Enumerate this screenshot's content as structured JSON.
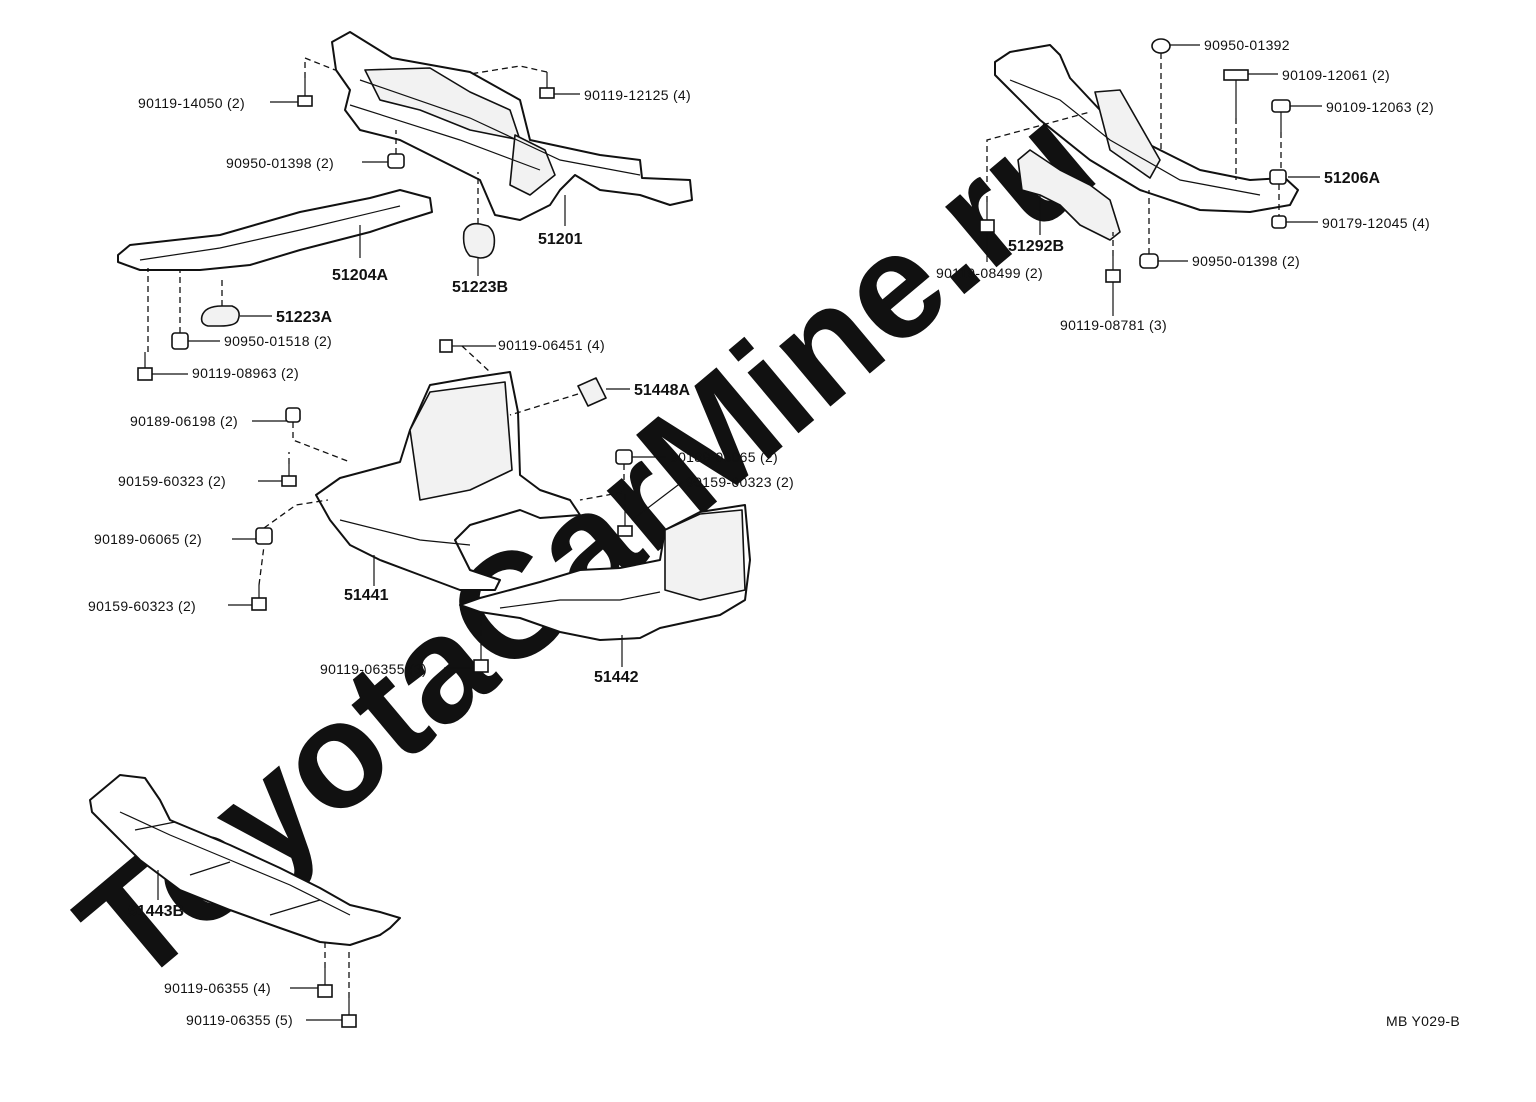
{
  "watermark": "ToyotaCarMine.ru",
  "diagram_code": "MB Y029-B",
  "labels": {
    "l_90119_14050": "90119-14050 (2)",
    "l_90119_12125": "90119-12125 (4)",
    "l_90950_01398a": "90950-01398 (2)",
    "p_51201": "51201",
    "p_51223B": "51223B",
    "p_51204A": "51204A",
    "p_51223A": "51223A",
    "l_90950_01518": "90950-01518 (2)",
    "l_90119_08963": "90119-08963 (2)",
    "l_90119_06451": "90119-06451 (4)",
    "p_51448A": "51448A",
    "l_90189_06198": "90189-06198 (2)",
    "l_90159_60323a": "90159-60323 (2)",
    "l_90189_06065a": "90189-06065 (2)",
    "l_90159_60323b": "90159-60323 (2)",
    "p_51441": "51441",
    "l_90189_06065b": "90189-06065 (2)",
    "l_90159_60323c": "90159-60323 (2)",
    "l_90119_06355a": "90119-06355 (3)",
    "p_51442": "51442",
    "p_51443B": "51443B",
    "l_90119_06355b": "90119-06355 (4)",
    "l_90119_06355c": "90119-06355 (5)",
    "l_90950_01392": "90950-01392",
    "l_90109_12061": "90109-12061 (2)",
    "l_90109_12063": "90109-12063 (2)",
    "p_51206A": "51206A",
    "l_90179_12045": "90179-12045 (4)",
    "p_51292B": "51292B",
    "l_90950_01398b": "90950-01398 (2)",
    "l_90119_08499": "90119-08499 (2)",
    "l_90119_08781": "90119-08781 (3)"
  }
}
